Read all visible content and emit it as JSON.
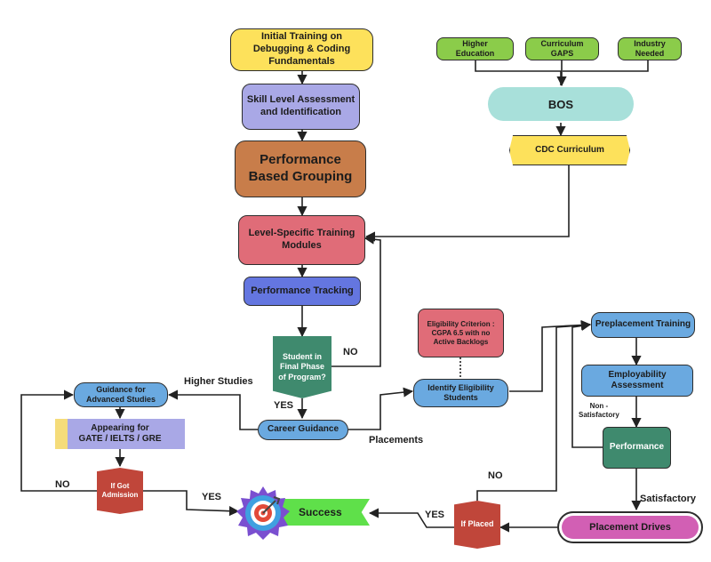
{
  "nodes": {
    "initial_training": "Initial Training on\nDebugging & Coding\nFundamentals",
    "skill_assessment": "Skill Level Assessment\nand Identification",
    "performance_grouping": "Performance\nBased Grouping",
    "level_training": "Level-Specific Training\nModules",
    "performance_tracking": "Performance Tracking",
    "final_phase": "Student in\nFinal Phase\nof Program?",
    "career_guidance": "Career Guidance",
    "guidance_advanced": "Guidance for\nAdvanced Studies",
    "appearing_for": "Appearing for\nGATE / IELTS / GRE",
    "if_admission": "If Got\nAdmission",
    "success": "Success",
    "higher_education": "Higher\nEducation",
    "curriculum_gaps": "Curriculum\nGAPS",
    "industry_needed": "Industry\nNeeded",
    "bos": "BOS",
    "cdc_curriculum": "CDC Curriculum",
    "eligibility_criterion": "Eligibility Criterion :\nCGPA 6.5 with no\nActive Backlogs",
    "identify_eligibility": "Identify Eligibility\nStudents",
    "preplacement_training": "Preplacement Training",
    "employability_assessment": "Employability\nAssessment",
    "performance": "Performance",
    "placement_drives": "Placement Drives",
    "if_placed": "If Placed"
  },
  "labels": {
    "no_final": "NO",
    "yes_final": "YES",
    "higher_studies": "Higher Studies",
    "placements": "Placements",
    "no_admission": "NO",
    "yes_admission": "YES",
    "no_placed": "NO",
    "yes_placed": "YES",
    "non_satisfactory": "Non -\nSatisfactory",
    "satisfactory": "Satisfactory"
  },
  "icons": {
    "success_badge": "target-badge-icon"
  },
  "colors": {
    "yellow": "#fde15b",
    "lavender": "#a9a8e6",
    "orange": "#c87d4a",
    "pink": "#e06c78",
    "blue": "#6476e0",
    "green": "#8bcc4a",
    "teal": "#3f8a6e",
    "sky": "#6aa9e0",
    "red": "#c0463a",
    "magenta": "#d25fb4",
    "mint": "#a8e0da",
    "success_green": "#5fe04a"
  }
}
